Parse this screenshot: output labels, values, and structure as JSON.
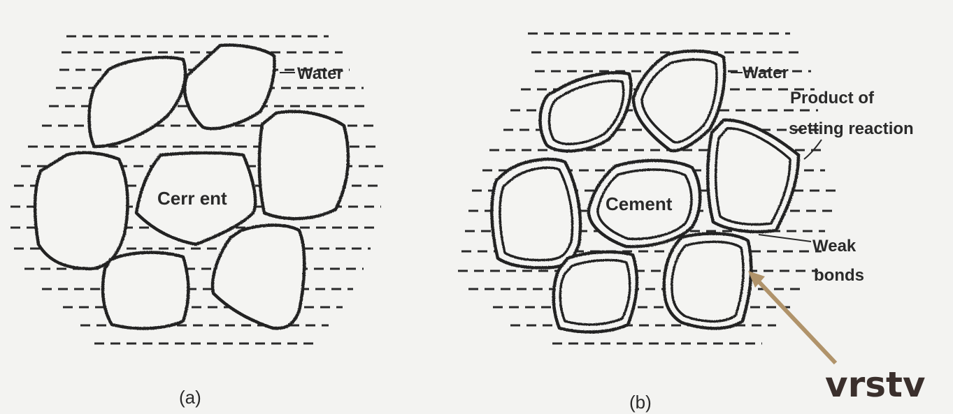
{
  "panel_a": {
    "water_label": "Water",
    "cement_label": "Cerr ent",
    "caption": "(a)"
  },
  "panel_b": {
    "water_label": "Water",
    "product_label_line1": "Product of",
    "product_label_line2": "setting reaction",
    "weak_label_line1": "Weak",
    "weak_label_line2": "bonds",
    "cement_label": "Cement",
    "caption": "(b)"
  },
  "watermark": {
    "text": "vrstv",
    "arrow_color": "#b0936a",
    "text_color": "#3a2f2c"
  },
  "colors": {
    "background": "#f3f3f1",
    "ink": "#2a2a2a"
  }
}
